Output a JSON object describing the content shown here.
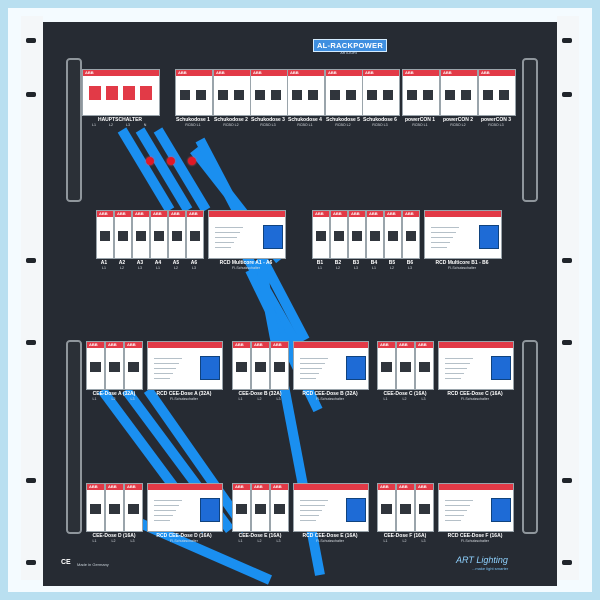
{
  "header": {
    "title": "AL-RACKPOWER",
    "subtitle": "ARTLIGHT"
  },
  "row1": {
    "main": {
      "label": "HAUPTSCHALTER",
      "phases": [
        "L1",
        "L2",
        "L3",
        "N"
      ]
    },
    "modules": [
      {
        "label": "Schukodose 1",
        "sub": "RCBO L1"
      },
      {
        "label": "Schukodose 2",
        "sub": "RCBO L2"
      },
      {
        "label": "Schukodose 3",
        "sub": "RCBO L3"
      },
      {
        "label": "Schukodose 4",
        "sub": "RCBO L1"
      },
      {
        "label": "Schukodose 5",
        "sub": "RCBO L2"
      },
      {
        "label": "Schukodose 6",
        "sub": "RCBO L3"
      },
      {
        "label": "powerCON 1",
        "sub": "RCBO L1"
      },
      {
        "label": "powerCON 2",
        "sub": "RCBO L2"
      },
      {
        "label": "powerCON 3",
        "sub": "RCBO L3"
      }
    ]
  },
  "row2": {
    "groupA": {
      "breakers": [
        {
          "label": "A1",
          "sub": "L1"
        },
        {
          "label": "A2",
          "sub": "L2"
        },
        {
          "label": "A3",
          "sub": "L3"
        },
        {
          "label": "A4",
          "sub": "L1"
        },
        {
          "label": "A5",
          "sub": "L2"
        },
        {
          "label": "A6",
          "sub": "L3"
        }
      ],
      "rcd": {
        "label": "RCD Multicore A1 - A6",
        "sub": "FI-Schutzschalter"
      }
    },
    "groupB": {
      "breakers": [
        {
          "label": "B1",
          "sub": "L1"
        },
        {
          "label": "B2",
          "sub": "L2"
        },
        {
          "label": "B3",
          "sub": "L3"
        },
        {
          "label": "B4",
          "sub": "L1"
        },
        {
          "label": "B5",
          "sub": "L2"
        },
        {
          "label": "B6",
          "sub": "L3"
        }
      ],
      "rcd": {
        "label": "RCD Multicore B1 - B6",
        "sub": "FI-Schutzschalter"
      }
    }
  },
  "row3": [
    {
      "cee": "CEE-Dose A (32A)",
      "phases": [
        "L1",
        "L2",
        "L3"
      ],
      "rcd": "RCD CEE-Dose A (32A)",
      "rcdsub": "FI-Schutzschalter"
    },
    {
      "cee": "CEE-Dose B (32A)",
      "phases": [
        "L1",
        "L2",
        "L3"
      ],
      "rcd": "RCD CEE-Dose B (32A)",
      "rcdsub": "FI-Schutzschalter"
    },
    {
      "cee": "CEE-Dose C (16A)",
      "phases": [
        "L1",
        "L2",
        "L3"
      ],
      "rcd": "RCD CEE-Dose C (16A)",
      "rcdsub": "FI-Schutzschalter"
    }
  ],
  "row4": [
    {
      "cee": "CEE-Dose D (16A)",
      "phases": [
        "L1",
        "L2",
        "L3"
      ],
      "rcd": "RCD CEE-Dose D (16A)",
      "rcdsub": "FI-Schutzschalter"
    },
    {
      "cee": "CEE-Dose E (16A)",
      "phases": [
        "L1",
        "L2",
        "L3"
      ],
      "rcd": "RCD CEE-Dose E (16A)",
      "rcdsub": "FI-Schutzschalter"
    },
    {
      "cee": "CEE-Dose F (16A)",
      "phases": [
        "L1",
        "L2",
        "L3"
      ],
      "rcd": "RCD CEE-Dose F (16A)",
      "rcdsub": "FI-Schutzschalter"
    }
  ],
  "footer": {
    "ce": "CE",
    "made": "Made in Germany",
    "brand": "ART Lighting",
    "brand_sub": "...make light smarter"
  }
}
